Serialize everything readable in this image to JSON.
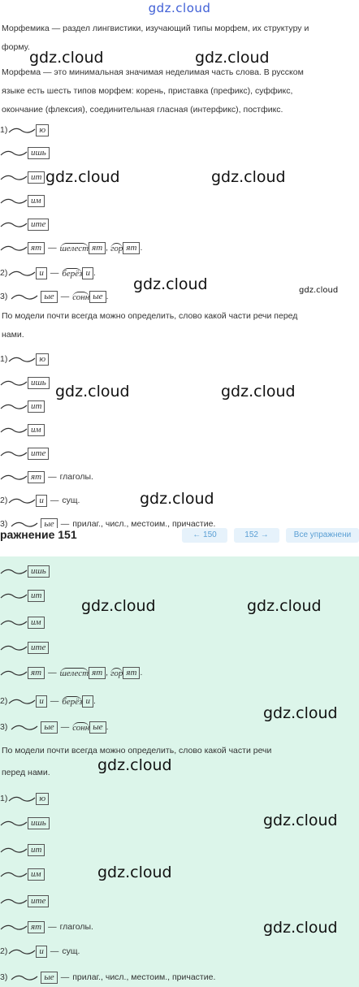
{
  "site_logo": "gdz.cloud",
  "watermark": "gdz.cloud",
  "intro": {
    "line1": "Морфемика — раздел лингвистики, изучающий типы морфем, их структуру и",
    "line2": "форму.",
    "line3": "Морфема — это минимальная значимая неделимая часть слова. В русском",
    "line4": "языке есть шесть типов морфем: корень, приставка (префикс), суффикс,",
    "line5": "окончание (флексия), соединительная гласная (интерфикс), постфикс."
  },
  "endings": {
    "yu": "ю",
    "ish": "ишь",
    "it": "ит",
    "im": "им",
    "ite": "ите",
    "yat": "ят",
    "i": "и",
    "ye": "ые"
  },
  "words": {
    "shelest_root": "шелест",
    "gor_root": "гор",
    "beryoz_root": "берёз",
    "sonn_root": "сонн"
  },
  "marks": {
    "n1": "1)",
    "n2": "2)",
    "n3": "3)",
    "dash": "—",
    "comma": ",",
    "dot": "."
  },
  "question": {
    "line1": "По модели почти всегда можно определить, слово какой части речи перед",
    "line2": "нами.",
    "line1b": "По модели почти всегда можно определить, слово какой части речи",
    "line2b": "перед нами."
  },
  "answers": {
    "verbs": "глаголы.",
    "noun": "сущ.",
    "adj": "прилаг., числ., местоим., причастие."
  },
  "exercise_bar": {
    "title": "ражнение 151",
    "prev": "← 150",
    "next": "152 →",
    "all": "Все упражнени"
  }
}
